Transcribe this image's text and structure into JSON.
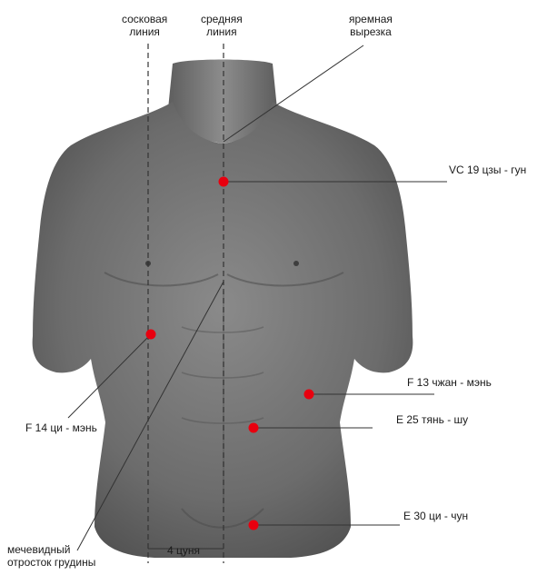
{
  "labels": {
    "nipple_line_1": "сосковая",
    "nipple_line_2": "линия",
    "mid_line_1": "средняя",
    "mid_line_2": "линия",
    "jugular_1": "яремная",
    "jugular_2": "вырезка",
    "vc19": "VC 19 цзы - гун",
    "f14": "F 14 ци - мэнь",
    "f13": "F 13 чжан - мэнь",
    "e25": "E 25 тянь - шу",
    "e30": "E 30  ци - чун",
    "xiphoid_1": "мечевидный",
    "xiphoid_2": "отросток  грудины",
    "distance": "4 цуня"
  },
  "colors": {
    "point": "#e8000f",
    "body": "#6f6f6f",
    "line": "#2a2a2a"
  }
}
